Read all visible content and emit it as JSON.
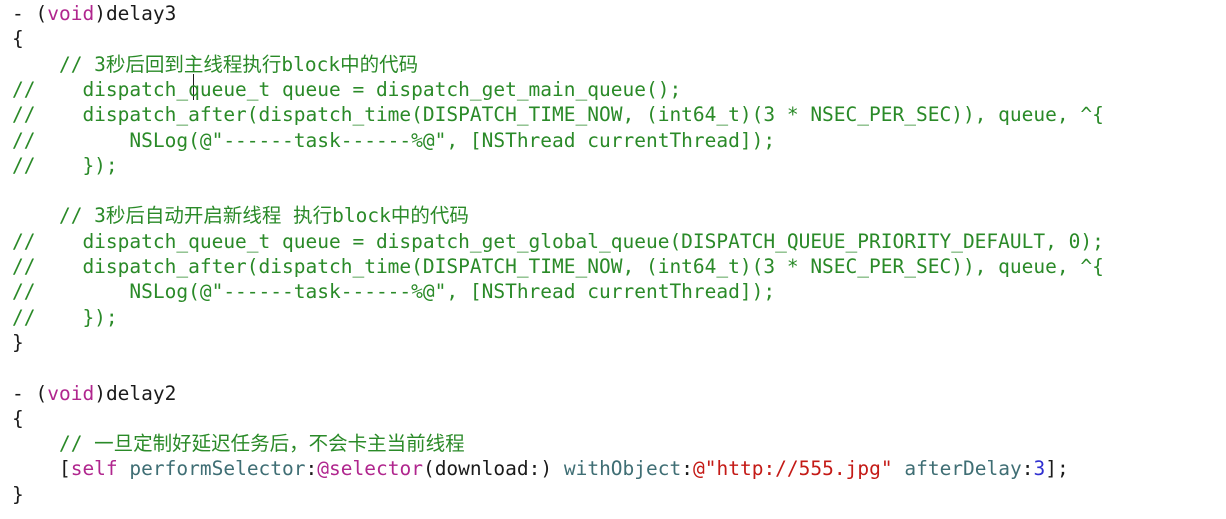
{
  "theme": {
    "plain": "#1a1a1a",
    "comment": "#2a8a28",
    "keyword": "#b0268e",
    "string": "#c41a16",
    "method": "#3f6e74",
    "class": "#5c2699",
    "number": "#2f2fd0"
  },
  "code_lines": [
    {
      "tokens": [
        [
          "plain",
          "- ("
        ],
        [
          "keyword",
          "void"
        ],
        [
          "plain",
          ")delay3"
        ]
      ]
    },
    {
      "tokens": [
        [
          "plain",
          "{"
        ]
      ]
    },
    {
      "tokens": [
        [
          "comment",
          "    // 3秒后回到主线程执行block中的代码"
        ]
      ]
    },
    {
      "tokens": [
        [
          "comment",
          "//    dispatch_queue_t queue = dispatch_get_main_queue();"
        ]
      ]
    },
    {
      "tokens": [
        [
          "comment",
          "//    dispatch_after(dispatch_time(DISPATCH_TIME_NOW, (int64_t)(3 * NSEC_PER_SEC)), queue, ^{"
        ]
      ]
    },
    {
      "tokens": [
        [
          "comment",
          "//        NSLog(@\"------task------%@\", [NSThread currentThread]);"
        ]
      ]
    },
    {
      "tokens": [
        [
          "comment",
          "//    });"
        ]
      ]
    },
    {
      "tokens": [
        [
          "plain",
          ""
        ]
      ]
    },
    {
      "tokens": [
        [
          "comment",
          "    // 3秒后自动开启新线程 执行block中的代码"
        ]
      ]
    },
    {
      "tokens": [
        [
          "comment",
          "//    dispatch_queue_t queue = dispatch_get_global_queue(DISPATCH_QUEUE_PRIORITY_DEFAULT, 0);"
        ]
      ]
    },
    {
      "tokens": [
        [
          "comment",
          "//    dispatch_after(dispatch_time(DISPATCH_TIME_NOW, (int64_t)(3 * NSEC_PER_SEC)), queue, ^{"
        ]
      ]
    },
    {
      "tokens": [
        [
          "comment",
          "//        NSLog(@\"------task------%@\", [NSThread currentThread]);"
        ]
      ]
    },
    {
      "tokens": [
        [
          "comment",
          "//    });"
        ]
      ]
    },
    {
      "tokens": [
        [
          "plain",
          "}"
        ]
      ]
    },
    {
      "tokens": [
        [
          "plain",
          ""
        ]
      ]
    },
    {
      "tokens": [
        [
          "plain",
          "- ("
        ],
        [
          "keyword",
          "void"
        ],
        [
          "plain",
          ")delay2"
        ]
      ]
    },
    {
      "tokens": [
        [
          "plain",
          "{"
        ]
      ]
    },
    {
      "tokens": [
        [
          "comment",
          "    // 一旦定制好延迟任务后，不会卡主当前线程"
        ]
      ]
    },
    {
      "tokens": [
        [
          "plain",
          "    ["
        ],
        [
          "keyword",
          "self"
        ],
        [
          "plain",
          " "
        ],
        [
          "method",
          "performSelector"
        ],
        [
          "plain",
          ":"
        ],
        [
          "keyword",
          "@selector"
        ],
        [
          "plain",
          "(download:) "
        ],
        [
          "method",
          "withObject"
        ],
        [
          "plain",
          ":"
        ],
        [
          "string",
          "@\"http://555.jpg\""
        ],
        [
          "plain",
          " "
        ],
        [
          "method",
          "afterDelay"
        ],
        [
          "plain",
          ":"
        ],
        [
          "number",
          "3"
        ],
        [
          "plain",
          "];"
        ]
      ]
    },
    {
      "tokens": [
        [
          "plain",
          "}"
        ]
      ]
    }
  ]
}
